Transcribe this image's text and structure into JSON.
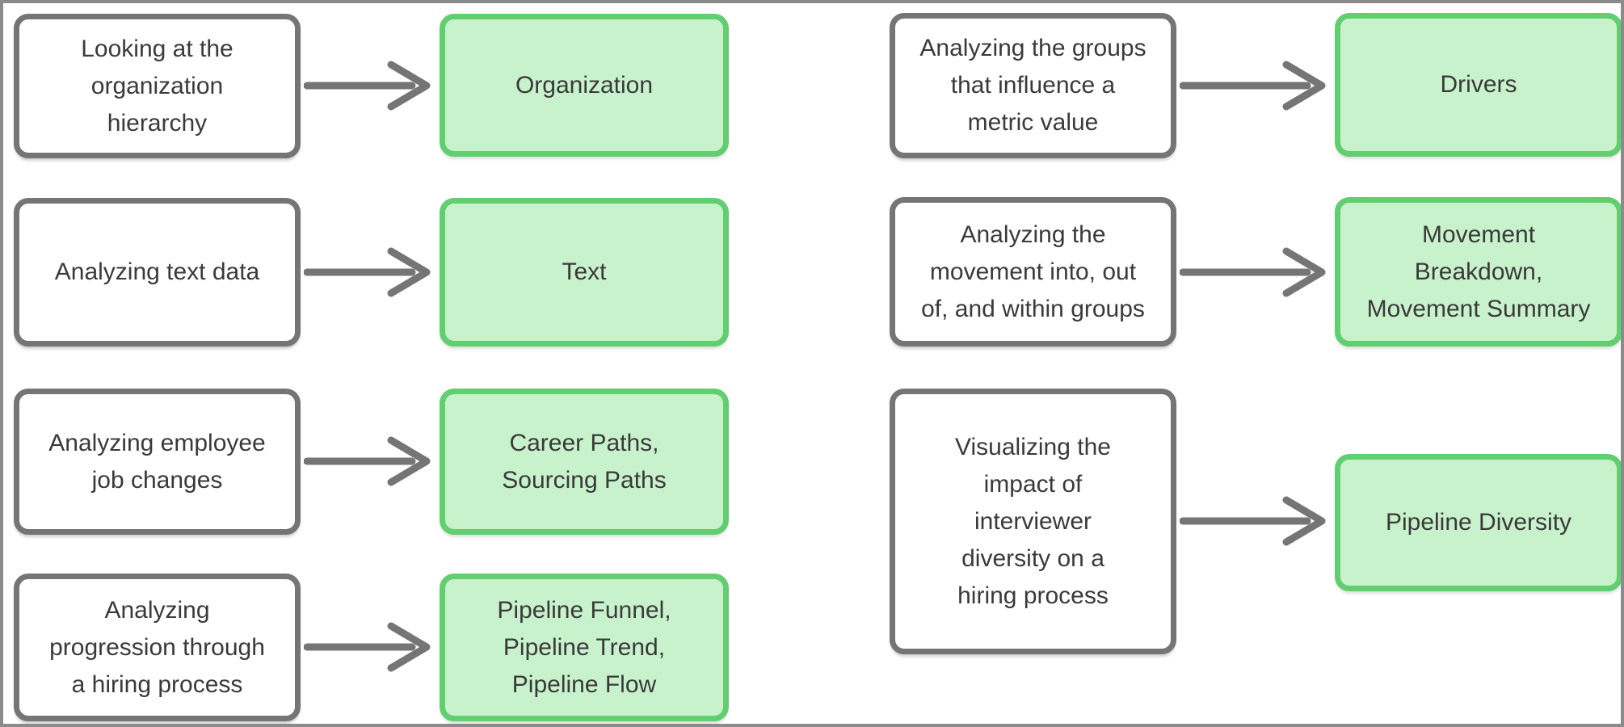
{
  "diagram": {
    "type": "flowchart",
    "description": "Use cases mapped to matching chart types",
    "left": [
      {
        "use_case": "Looking at the\norganization\nhierarchy",
        "chart_types": "Organization"
      },
      {
        "use_case": "Analyzing text data",
        "chart_types": "Text"
      },
      {
        "use_case": "Analyzing employee\njob changes",
        "chart_types": "Career Paths,\nSourcing Paths"
      },
      {
        "use_case": "Analyzing\nprogression through\na hiring process",
        "chart_types": "Pipeline Funnel,\nPipeline Trend,\nPipeline Flow"
      }
    ],
    "right": [
      {
        "use_case": "Analyzing the groups\nthat influence a\nmetric value",
        "chart_types": "Drivers"
      },
      {
        "use_case": "Analyzing the\nmovement into, out\nof, and within groups",
        "chart_types": "Movement\nBreakdown,\nMovement Summary"
      },
      {
        "use_case": "Visualizing the\nimpact of\ninterviewer\ndiversity on a\nhiring process",
        "chart_types": "Pipeline Diversity"
      }
    ]
  },
  "colors": {
    "node_border": "#757575",
    "node_fill": "#ffffff",
    "highlight_border": "#61ce70",
    "highlight_fill": "#c8f2cc",
    "arrow": "#757575",
    "text": "#3a3a3a",
    "canvas_border": "#8b8b8b",
    "background": "#ffffff"
  }
}
